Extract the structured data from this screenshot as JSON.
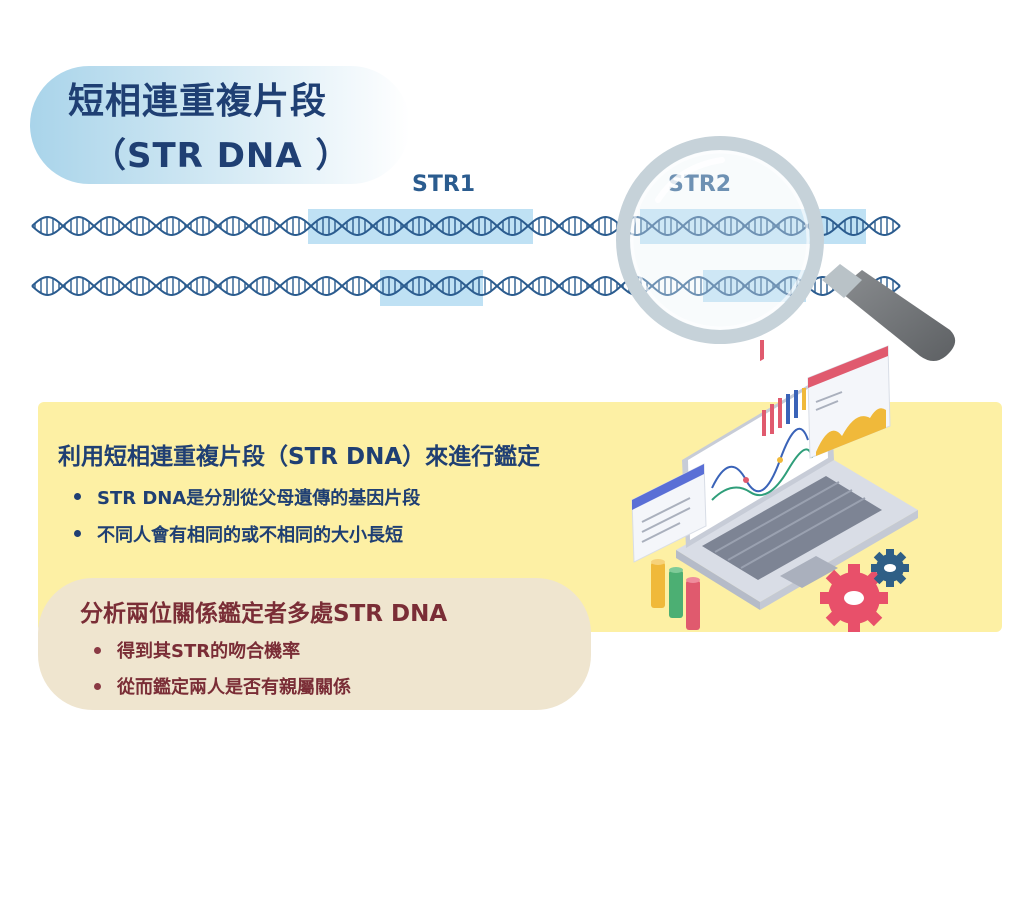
{
  "title": {
    "line1": "短相連重複片段",
    "line2": "（STR  DNA ）"
  },
  "dna": {
    "str1_label": "STR1",
    "str2_label": "STR2"
  },
  "section1": {
    "heading": "利用短相連重複片段（STR DNA）來進行鑑定",
    "items": [
      "STR DNA是分別從父母遺傳的基因片段",
      "不同人會有相同的或不相同的大小長短"
    ]
  },
  "section2": {
    "heading": "分析兩位關係鑑定者多處STR DNA",
    "items": [
      "得到其STR的吻合機率",
      "從而鑑定兩人是否有親屬關係"
    ]
  },
  "colors": {
    "dna": "#2b5c8f",
    "highlight": "#a9d7f0",
    "title_text": "#1f3f73",
    "yellow_panel": "#fdf0a4",
    "beige_panel": "#efe5cf",
    "section2_text": "#7a2d36"
  },
  "icons": [
    "dna-strand-icon",
    "magnifying-glass-icon",
    "laptop-analytics-icon",
    "gear-icon"
  ]
}
